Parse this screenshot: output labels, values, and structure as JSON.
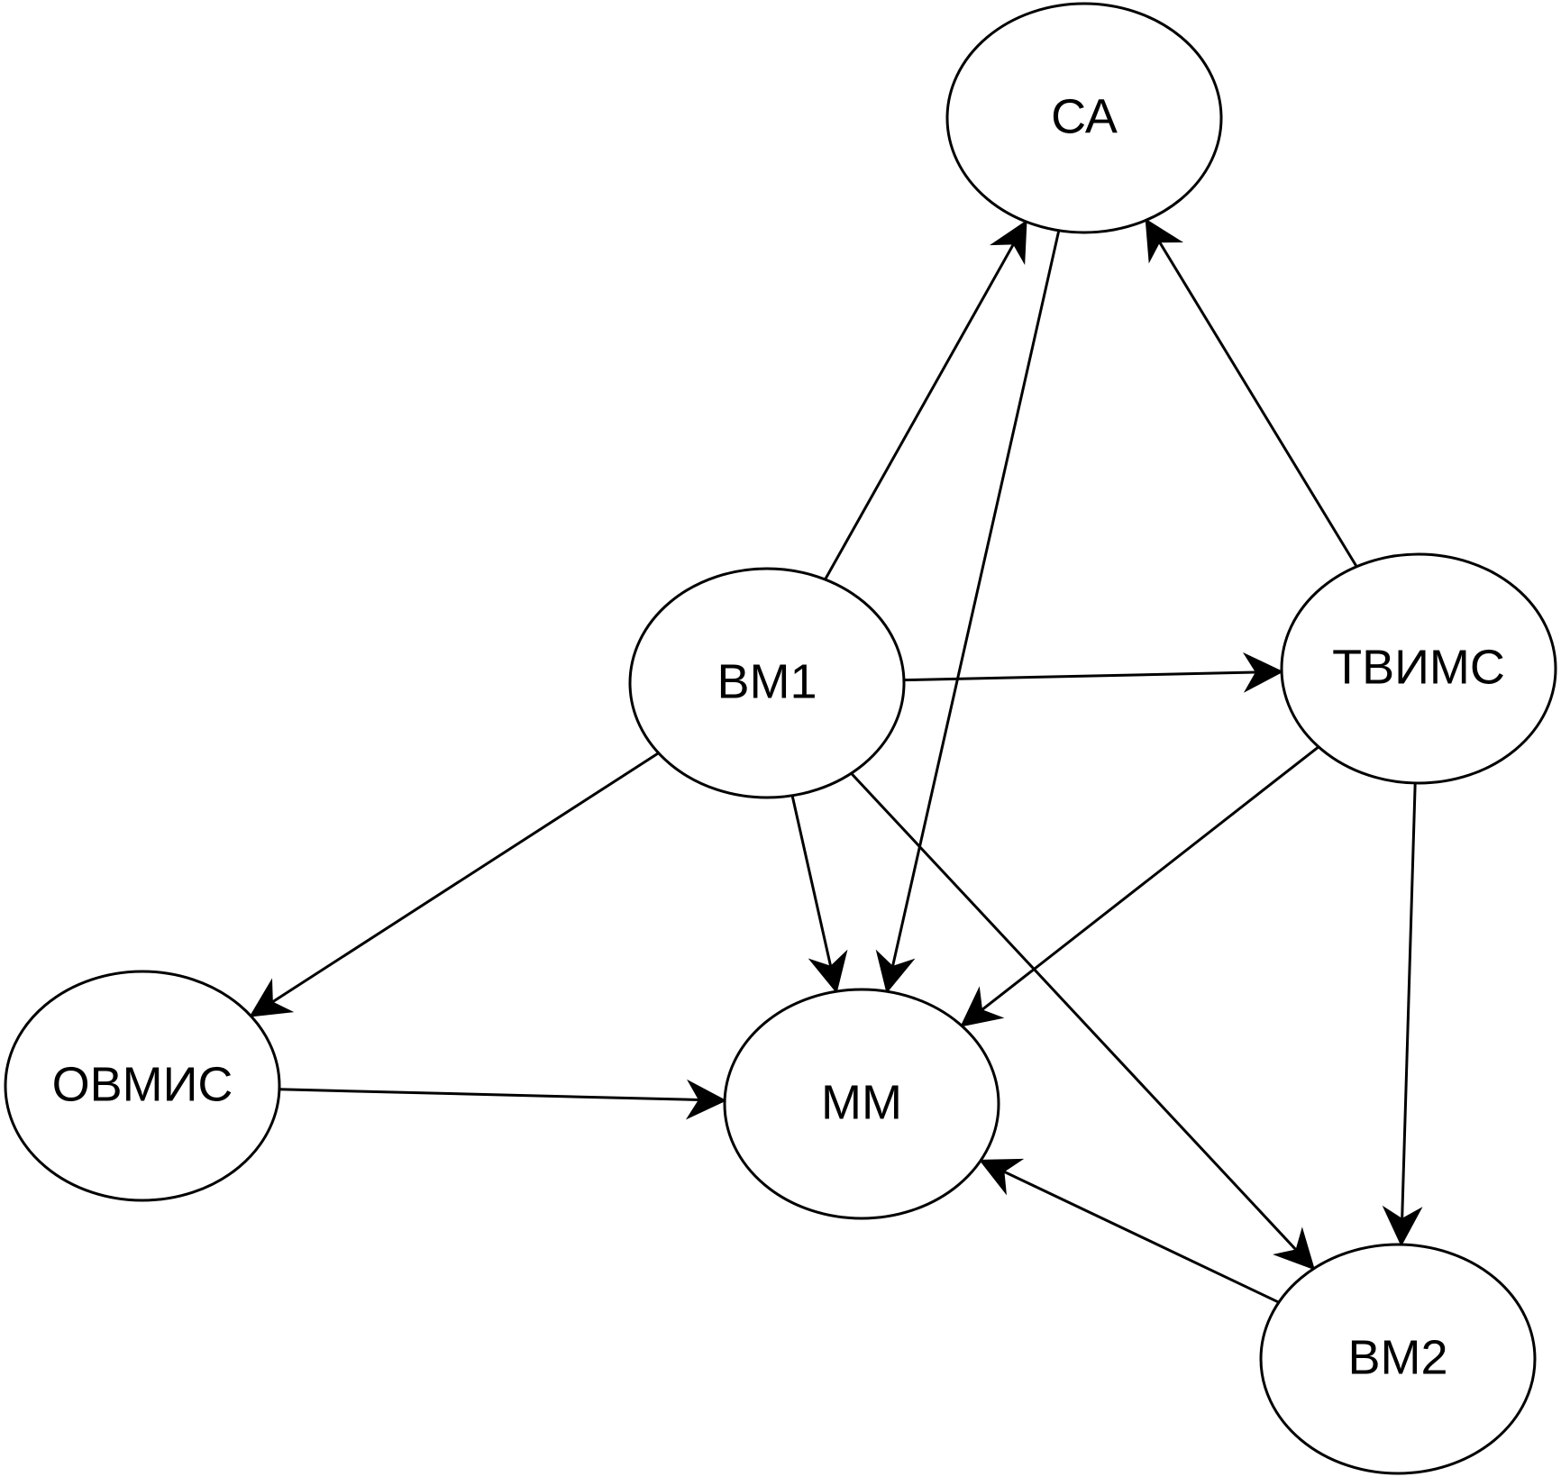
{
  "diagram": {
    "nodes": [
      {
        "id": "ca",
        "label": "СА"
      },
      {
        "id": "bm1",
        "label": "ВМ1"
      },
      {
        "id": "tvims",
        "label": "ТВИМС"
      },
      {
        "id": "ovmis",
        "label": "ОВМИС"
      },
      {
        "id": "mm",
        "label": "ММ"
      },
      {
        "id": "bm2",
        "label": "ВМ2"
      }
    ],
    "edges": [
      {
        "from": "bm1",
        "to": "ca"
      },
      {
        "from": "tvims",
        "to": "ca"
      },
      {
        "from": "ca",
        "to": "mm"
      },
      {
        "from": "bm1",
        "to": "tvims"
      },
      {
        "from": "bm1",
        "to": "ovmis"
      },
      {
        "from": "bm1",
        "to": "mm"
      },
      {
        "from": "bm1",
        "to": "bm2"
      },
      {
        "from": "tvims",
        "to": "mm"
      },
      {
        "from": "tvims",
        "to": "bm2"
      },
      {
        "from": "ovmis",
        "to": "mm"
      },
      {
        "from": "bm2",
        "to": "mm"
      }
    ]
  }
}
